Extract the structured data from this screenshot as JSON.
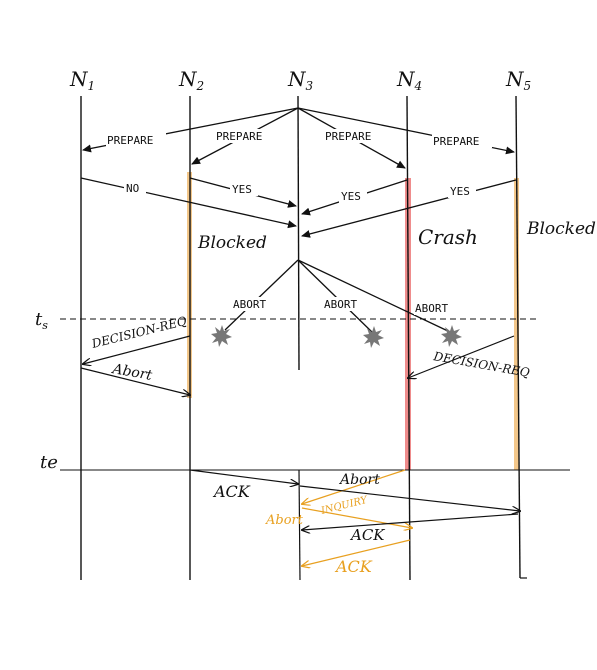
{
  "nodes": [
    {
      "id": "N1",
      "label": "N",
      "sub": "1"
    },
    {
      "id": "N2",
      "label": "N",
      "sub": "2"
    },
    {
      "id": "N3",
      "label": "N",
      "sub": "3"
    },
    {
      "id": "N4",
      "label": "N",
      "sub": "4"
    },
    {
      "id": "N5",
      "label": "N",
      "sub": "5"
    }
  ],
  "messages": {
    "prepare": "PREPARE",
    "no": "NO",
    "yes": "YES",
    "abort": "ABORT"
  },
  "annotations": {
    "blocked_n2": "Blocked",
    "crash_n4": "Crash",
    "blocked_n5": "Blocked",
    "ts_label": "t",
    "ts_sub": "s",
    "te_label": "te",
    "decision_req_left": "DECISION-REQ",
    "decision_req_right": "DECISION-REQ",
    "abort_hand": "Abort",
    "abort_hand2": "Abort",
    "ack_hand": "ACK",
    "inquiry_hand": "INQUIRY",
    "abort_orange": "Abort",
    "ack_hand2": "ACK",
    "ack_orange": "ACK"
  },
  "colors": {
    "blocked": "#f3c78a",
    "crash": "#ef8c8c",
    "orange": "#e8a020",
    "star": "#777777",
    "ink": "#111111"
  }
}
